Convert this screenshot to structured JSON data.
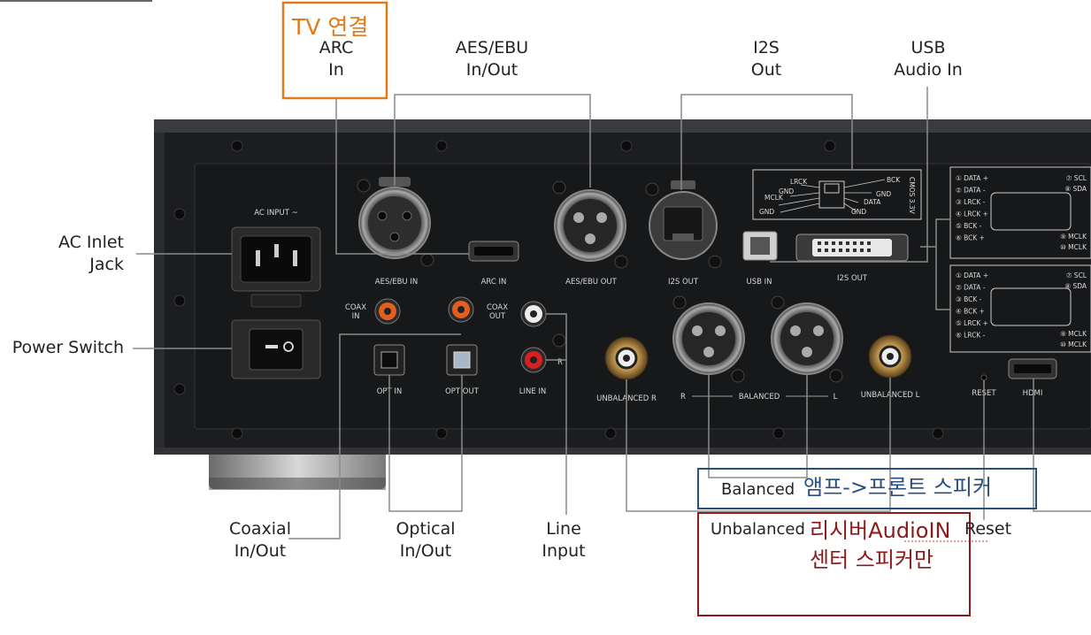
{
  "callouts": {
    "arc_in": "ARC\nIn",
    "aes_ebu": "AES/EBU\nIn/Out",
    "i2s_out": "I2S\nOut",
    "usb_audio_in": "USB\nAudio In",
    "ac_inlet_jack": "AC Inlet\nJack",
    "power_switch": "Power Switch",
    "coaxial": "Coaxial\nIn/Out",
    "optical": "Optical\nIn/Out",
    "line_input": "Line\nInput",
    "balanced": "Balanced",
    "unbalanced": "Unbalanced",
    "reset": "Reset"
  },
  "annotations": {
    "tv_connect": "TV 연결",
    "amp_front": "앰프->프론트 스피커",
    "receiver_audio_in_line1": "리시버AudioIN",
    "receiver_audio_in_line2": "센터 스피커만",
    "colors": {
      "orange": "#e07a1a",
      "blue": "#2a4f7f",
      "red": "#8b1a1a"
    }
  },
  "panel_labels": {
    "ac_input": "AC INPUT ~",
    "aes_ebu_in": "AES/EBU IN",
    "arc_in": "ARC IN",
    "aes_ebu_out": "AES/EBU OUT",
    "i2s_out_rj": "I2S OUT",
    "usb_in": "USB IN",
    "i2s_out_dvi": "I2S OUT",
    "coax_in": "COAX\nIN",
    "coax_out": "COAX\nOUT",
    "opt_in": "OPT IN",
    "opt_out": "OPT OUT",
    "line_in": "LINE IN",
    "unbalanced_r": "UNBALANCED R",
    "balanced": "R ——— BALANCED ——— L",
    "unbalanced_l": "UNBALANCED L",
    "reset": "RESET",
    "hdmi": "HDMI",
    "cmos": "CMOS 3.3V",
    "pin_r": "R",
    "pin_l": "L"
  },
  "rj45_pins": [
    "LRCK",
    "GND",
    "MCLK",
    "GND",
    "BCK",
    "GND",
    "DATA",
    "GND"
  ],
  "dvi_block_1": {
    "left": [
      "① DATA +",
      "② DATA -",
      "③ LRCK -",
      "④ LRCK +",
      "⑤ BCK -",
      "⑥ BCK +"
    ],
    "right": [
      "⑦ SCL",
      "⑧ SDA",
      "⑨ MCLK",
      "⑩ MCLK"
    ]
  },
  "dvi_block_2": {
    "left": [
      "① DATA +",
      "② DATA -",
      "③ BCK -",
      "④ BCK +",
      "⑤ LRCK +",
      "⑥ LRCK -"
    ],
    "right": [
      "⑦ SCL",
      "⑧ SDA",
      "⑨ MCLK",
      "⑩ MCLK"
    ]
  }
}
